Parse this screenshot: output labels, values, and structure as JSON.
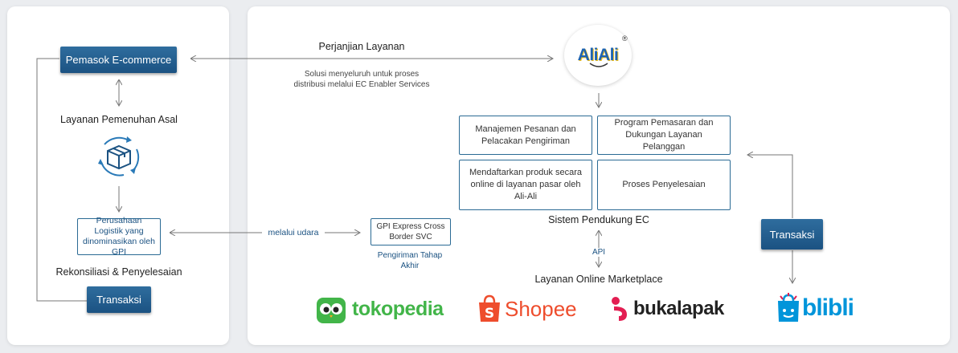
{
  "left": {
    "supplier": "Pemasok E-commerce",
    "origin_fulfillment": "Layanan Pemenuhan Asal",
    "logistics": "Perusahaan Logistik yang dinominasikan oleh GPI",
    "reconciliation": "Rekonsiliasi & Penyelesaian",
    "transaction": "Transaksi"
  },
  "right": {
    "service_agreement": "Perjanjian Layanan",
    "service_desc": "Solusi menyeluruh untuk proses distribusi melalui EC Enabler Services",
    "aliali_logo": "AliAli",
    "boxes": [
      "Manajemen Pesanan dan Pelacakan Pengiriman",
      "Program Pemasaran dan Dukungan Layanan Pelanggan",
      "Mendaftarkan produk secara online di layanan pasar oleh Ali-Ali",
      "Proses Penyelesaian"
    ],
    "ec_support": "Sistem Pendukung EC",
    "api": "API",
    "marketplace_service": "Layanan Online Marketplace",
    "via_air": "melalui udara",
    "gpi_express": "GPI Express Cross Border SVC",
    "last_mile": "Pengiriman Tahap Akhir",
    "transaction": "Transaksi"
  },
  "marketplaces": [
    "tokopedia",
    "Shopee",
    "bukalapak",
    "blibli"
  ],
  "colors": {
    "accent": "#1b5282",
    "tokopedia": "#42b549",
    "shopee": "#ee4d2d",
    "bukalapak": "#e31e52",
    "blibli": "#0095da"
  }
}
